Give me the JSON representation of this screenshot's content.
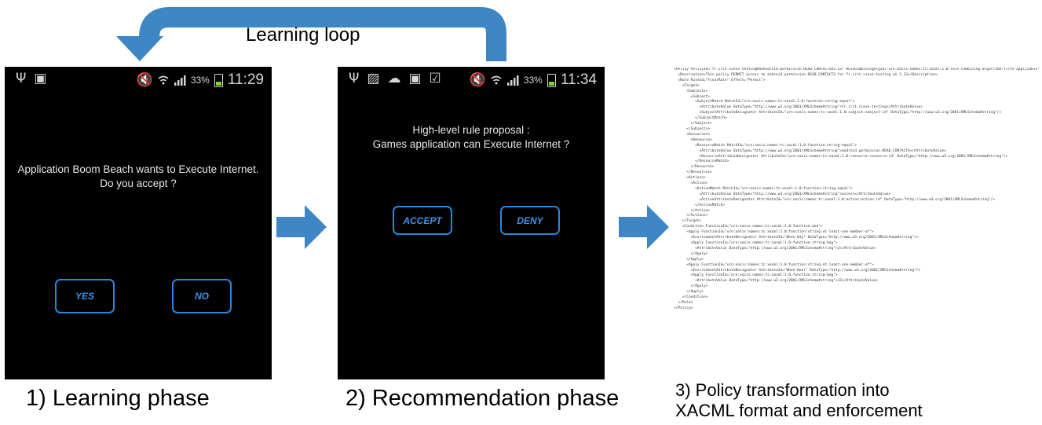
{
  "loop": {
    "label": "Learning loop",
    "color": "#3f86c6"
  },
  "phone1": {
    "status_time": "11:29",
    "battery_pct": "33%",
    "prompt_line1": "Application Boom Beach wants to Execute Internet.",
    "prompt_line2": "Do you accept ?",
    "yes_label": "YES",
    "no_label": "NO"
  },
  "phone2": {
    "status_time": "11:34",
    "battery_pct": "33%",
    "prompt_line1": "High-level rule proposal :",
    "prompt_line2": "Games application can Execute Internet ?",
    "accept_label": "ACCEPT",
    "deny_label": "DENY"
  },
  "xml_lines": [
    "<Policy PolicyId=\"fr.irit.sieve.testingManAndroid.permission.READ_CONTACTS#2.13\" RuleCombiningAlgId=\"urn:oasis:names:tc:xacml:1.0:rule-combining-algorithm:first-applicable\">",
    "  <Description>This policy PERMIT access to android.permission.READ_CONTACTS for fr.irit.sieve.testing on 2.13</Description>",
    "  <Rule RuleId=\"FinalRule\" Effect=\"Permit\">",
    "    <Target>",
    "      <Subjects>",
    "        <Subject>",
    "          <SubjectMatch MatchId=\"urn:oasis:names:tc:xacml:1.0:function:string-equal\">",
    "            <AttributeValue DataType=\"http://www.w3.org/2001/XMLSchema#string\">fr.irit.sieve.testing</AttributeValue>",
    "            <SubjectAttributeDesignator AttributeId=\"urn:oasis:names:tc:xacml:1.0:subject:subject-id\" DataType=\"http://www.w3.org/2001/XMLSchema#string\"/>",
    "          </SubjectMatch>",
    "        </Subject>",
    "      </Subjects>",
    "      <Resources>",
    "        <Resource>",
    "          <ResourceMatch MatchId=\"urn:oasis:names:tc:xacml:1.0:function:string-equal\">",
    "            <AttributeValue DataType=\"http://www.w3.org/2001/XMLSchema#string\">android.permission.READ_CONTACTS</AttributeValue>",
    "            <ResourceAttributeDesignator AttributeId=\"urn:oasis:names:tc:xacml:1.0:resource:resource-id\" DataType=\"http://www.w3.org/2001/XMLSchema#string\"/>",
    "          </ResourceMatch>",
    "        </Resource>",
    "      </Resources>",
    "      <Actions>",
    "        <Action>",
    "          <ActionMatch MatchId=\"urn:oasis:names:tc:xacml:1.0:function:string-equal\">",
    "            <AttributeValue DataType=\"http://www.w3.org/2001/XMLSchema#string\">access</AttributeValue>",
    "            <ActionAttributeDesignator AttributeId=\"urn:oasis:names:tc:xacml:1.0:action:action-id\" DataType=\"http://www.w3.org/2001/XMLSchema#string\"/>",
    "          </ActionMatch>",
    "        </Action>",
    "      </Actions>",
    "    </Target>",
    "    <Condition FunctionId=\"urn:oasis:names:tc:xacml:1.0:function:and\">",
    "      <Apply FunctionId=\"urn:oasis:names:tc:xacml:1.0:function:string-at-least-one-member-of\">",
    "        <EnvironmentAttributeDesignator AttributeId=\"When-Day\" DataType=\"http://www.w3.org/2001/XMLSchema#string\"/>",
    "        <Apply FunctionId=\"urn:oasis:names:tc:xacml:1.0:function:string-bag\">",
    "          <AttributeValue DataType=\"http://www.w3.org/2001/XMLSchema#string\">2</AttributeValue>",
    "        </Apply>",
    "      </Apply>",
    "      <Apply FunctionId=\"urn:oasis:names:tc:xacml:1.0:function:string-at-least-one-member-of\">",
    "        <EnvironmentAttributeDesignator AttributeId=\"When-Hour\" DataType=\"http://www.w3.org/2001/XMLSchema#string\"/>",
    "        <Apply FunctionId=\"urn:oasis:names:tc:xacml:1.0:function:string-bag\">",
    "          <AttributeValue DataType=\"http://www.w3.org/2001/XMLSchema#string\">13</AttributeValue>",
    "        </Apply>",
    "      </Apply>",
    "    </Condition>",
    "  </Rule>",
    "</Policy>"
  ],
  "captions": {
    "learning": "1) Learning phase",
    "recommendation": "2) Recommendation phase",
    "policy_line1": "3) Policy transformation into",
    "policy_line2": "XACML format and enforcement"
  }
}
